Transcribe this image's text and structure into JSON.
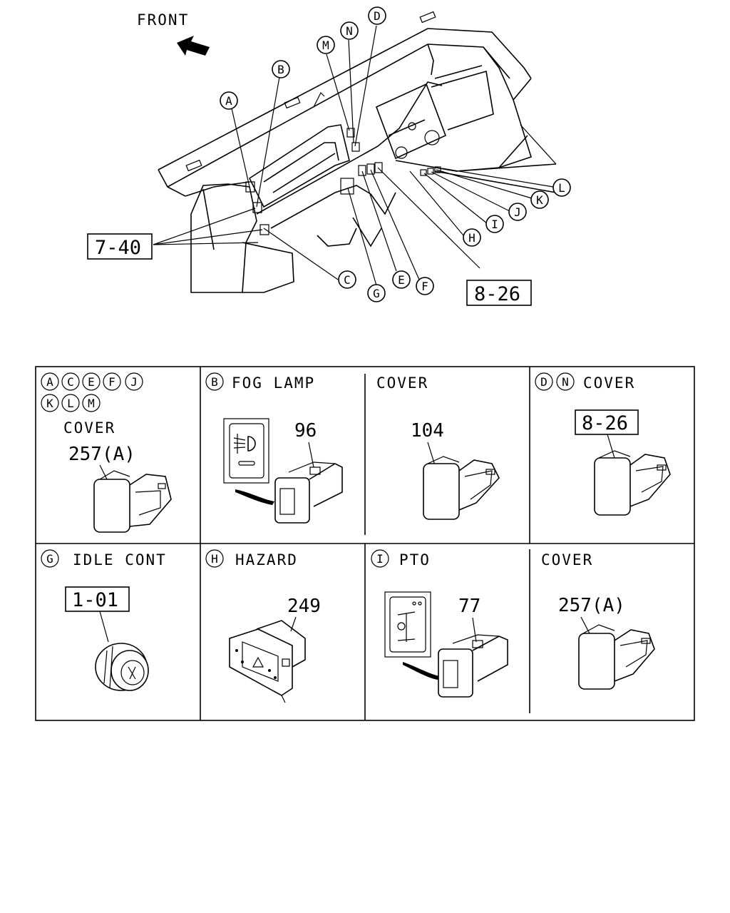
{
  "overview": {
    "front_label": "FRONT",
    "callouts": [
      "A",
      "B",
      "C",
      "D",
      "E",
      "F",
      "G",
      "H",
      "I",
      "J",
      "K",
      "L",
      "M",
      "N"
    ],
    "ref_left": "7-40",
    "ref_right": "8-26"
  },
  "panels": {
    "p1": {
      "letters_row1": [
        "A",
        "C",
        "E",
        "F",
        "J"
      ],
      "letters_row2": [
        "K",
        "L",
        "M"
      ],
      "title": "COVER",
      "part": "257(A)"
    },
    "p2": {
      "letter": "B",
      "title": "FOG LAMP",
      "part": "96"
    },
    "p3": {
      "title": "COVER",
      "part": "104"
    },
    "p4": {
      "letters": [
        "D",
        "N"
      ],
      "title": "COVER",
      "ref": "8-26"
    },
    "p5": {
      "letter": "G",
      "title": "IDLE CONT",
      "ref": "1-01"
    },
    "p6": {
      "letter": "H",
      "title": "HAZARD",
      "part": "249"
    },
    "p7": {
      "letter": "I",
      "title": "PTO",
      "part": "77"
    },
    "p8": {
      "title": "COVER",
      "part": "257(A)"
    }
  }
}
